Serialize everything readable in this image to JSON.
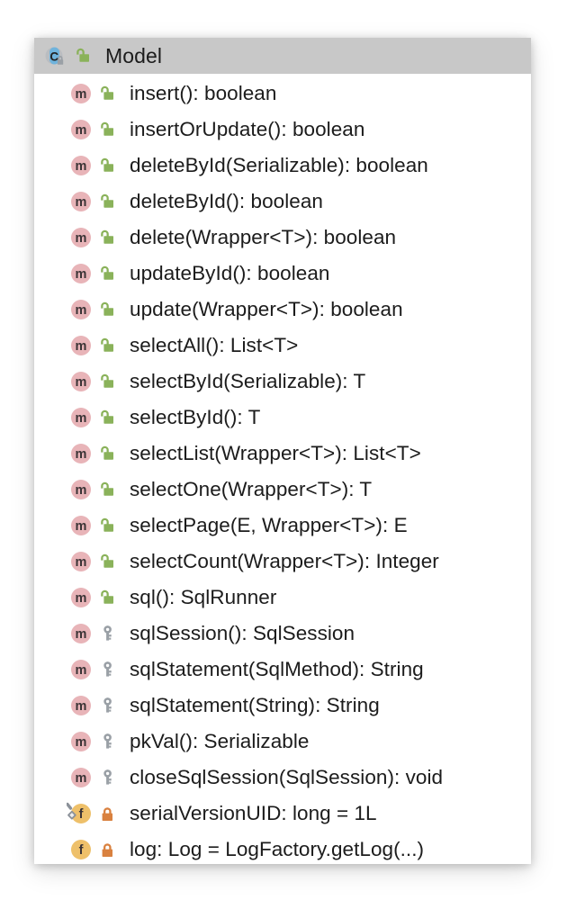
{
  "colors": {
    "header_bg": "#c8c8c8",
    "panel_bg": "#ffffff",
    "text": "#1c1c1c",
    "class_icon_fill": "#6fb3dc",
    "method_icon_fill": "#e8b4b8",
    "field_icon_fill": "#eec06a",
    "public_lock_green": "#8ab25a",
    "package_key_gray": "#9aa0a6",
    "private_lock_orange": "#d9813f",
    "modifier_overlay_gray": "#8b9199"
  },
  "header": {
    "kind_icon": "class-icon",
    "kind_icon_letter": "C",
    "visibility_icon": "public-unlocked-icon",
    "title": "Model"
  },
  "members": [
    {
      "kind_icon": "method-icon",
      "kind_letter": "m",
      "visibility_icon": "public-unlocked-icon",
      "label": "insert(): boolean"
    },
    {
      "kind_icon": "method-icon",
      "kind_letter": "m",
      "visibility_icon": "public-unlocked-icon",
      "label": "insertOrUpdate(): boolean"
    },
    {
      "kind_icon": "method-icon",
      "kind_letter": "m",
      "visibility_icon": "public-unlocked-icon",
      "label": "deleteById(Serializable): boolean"
    },
    {
      "kind_icon": "method-icon",
      "kind_letter": "m",
      "visibility_icon": "public-unlocked-icon",
      "label": "deleteById(): boolean"
    },
    {
      "kind_icon": "method-icon",
      "kind_letter": "m",
      "visibility_icon": "public-unlocked-icon",
      "label": "delete(Wrapper<T>): boolean"
    },
    {
      "kind_icon": "method-icon",
      "kind_letter": "m",
      "visibility_icon": "public-unlocked-icon",
      "label": "updateById(): boolean"
    },
    {
      "kind_icon": "method-icon",
      "kind_letter": "m",
      "visibility_icon": "public-unlocked-icon",
      "label": "update(Wrapper<T>): boolean"
    },
    {
      "kind_icon": "method-icon",
      "kind_letter": "m",
      "visibility_icon": "public-unlocked-icon",
      "label": "selectAll(): List<T>"
    },
    {
      "kind_icon": "method-icon",
      "kind_letter": "m",
      "visibility_icon": "public-unlocked-icon",
      "label": "selectById(Serializable): T"
    },
    {
      "kind_icon": "method-icon",
      "kind_letter": "m",
      "visibility_icon": "public-unlocked-icon",
      "label": "selectById(): T"
    },
    {
      "kind_icon": "method-icon",
      "kind_letter": "m",
      "visibility_icon": "public-unlocked-icon",
      "label": "selectList(Wrapper<T>): List<T>"
    },
    {
      "kind_icon": "method-icon",
      "kind_letter": "m",
      "visibility_icon": "public-unlocked-icon",
      "label": "selectOne(Wrapper<T>): T"
    },
    {
      "kind_icon": "method-icon",
      "kind_letter": "m",
      "visibility_icon": "public-unlocked-icon",
      "label": "selectPage(E, Wrapper<T>): E"
    },
    {
      "kind_icon": "method-icon",
      "kind_letter": "m",
      "visibility_icon": "public-unlocked-icon",
      "label": "selectCount(Wrapper<T>): Integer"
    },
    {
      "kind_icon": "method-icon",
      "kind_letter": "m",
      "visibility_icon": "public-unlocked-icon",
      "label": "sql(): SqlRunner"
    },
    {
      "kind_icon": "method-icon",
      "kind_letter": "m",
      "visibility_icon": "package-private-key-icon",
      "label": "sqlSession(): SqlSession"
    },
    {
      "kind_icon": "method-icon",
      "kind_letter": "m",
      "visibility_icon": "package-private-key-icon",
      "label": "sqlStatement(SqlMethod): String"
    },
    {
      "kind_icon": "method-icon",
      "kind_letter": "m",
      "visibility_icon": "package-private-key-icon",
      "label": "sqlStatement(String): String"
    },
    {
      "kind_icon": "method-icon",
      "kind_letter": "m",
      "visibility_icon": "package-private-key-icon",
      "label": "pkVal(): Serializable"
    },
    {
      "kind_icon": "method-icon",
      "kind_letter": "m",
      "visibility_icon": "package-private-key-icon",
      "label": "closeSqlSession(SqlSession): void"
    },
    {
      "kind_icon": "field-static-final-icon",
      "kind_letter": "f",
      "visibility_icon": "private-locked-icon",
      "label": "serialVersionUID: long = 1L"
    },
    {
      "kind_icon": "field-icon",
      "kind_letter": "f",
      "visibility_icon": "private-locked-icon",
      "label": "log: Log = LogFactory.getLog(...)"
    }
  ]
}
